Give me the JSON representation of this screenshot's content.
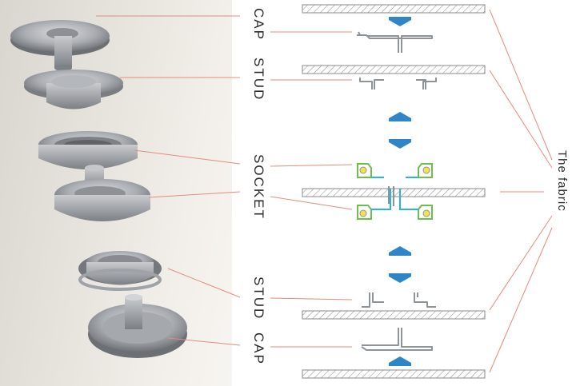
{
  "labels": {
    "cap_top": "CAP",
    "stud_top": "STUD",
    "socket": "SOCKET",
    "stud_bottom": "STUD",
    "cap_bottom": "CAP",
    "fabric": "The fabric"
  },
  "colors": {
    "leader_line": "#e58b7e",
    "arrow": "#2e86c8",
    "fabric_hatch": "#8a8a8a",
    "metal": "#9aa0a6",
    "socket_outline_green": "#6cc04a",
    "socket_outline_cyan": "#2bb5d8",
    "socket_ball_yellow": "#f4e24a"
  },
  "icons": [
    "push-arrow-down-icon",
    "push-arrow-up-icon"
  ]
}
